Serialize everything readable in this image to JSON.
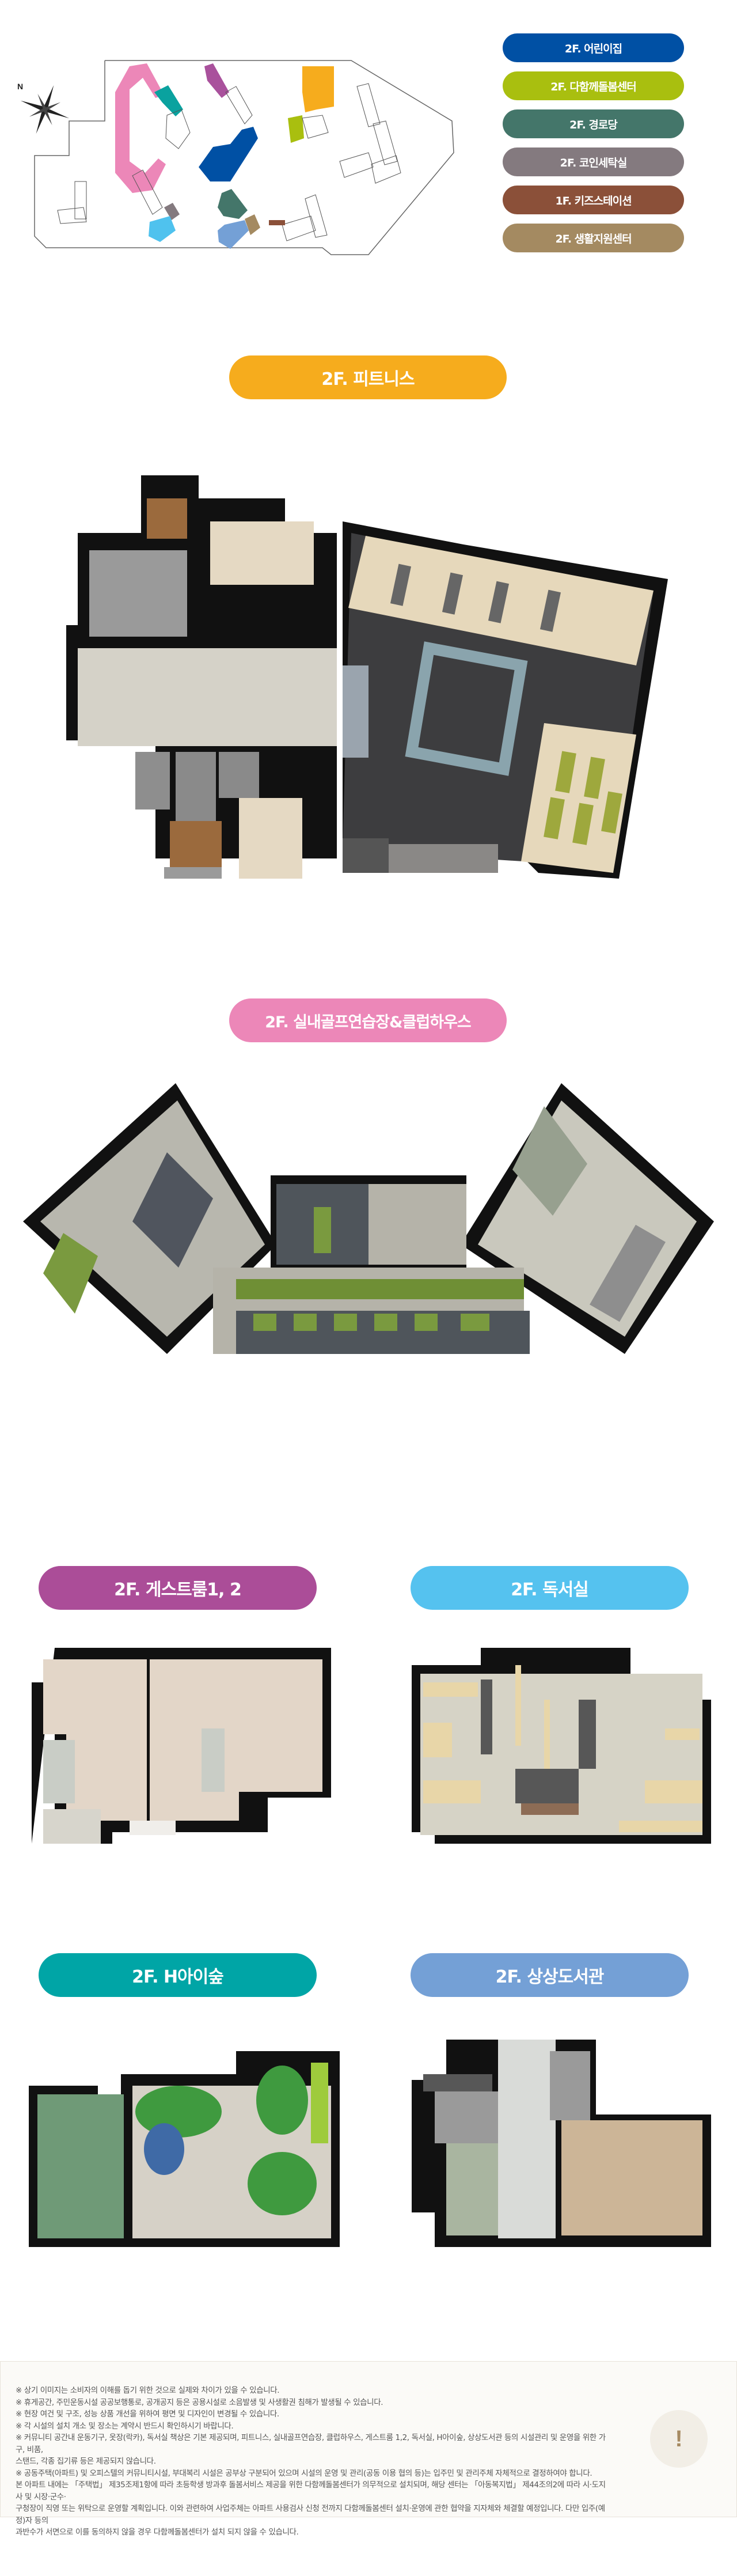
{
  "site_map": {
    "compass_label": "N",
    "highlight_colors": {
      "pink": "#ec87b8",
      "teal": "#0aa29f",
      "purple": "#a9519c",
      "blue": "#0050a4",
      "orange": "#f6ac1d",
      "lime": "#a9bf0f",
      "gray": "#847a7f",
      "sky": "#4fc2ee",
      "green": "#44766a",
      "lightblue": "#74a0d6",
      "tan": "#a48a61",
      "brown": "#8b5039"
    }
  },
  "legend": [
    {
      "label": "2F. 어린이집",
      "color": "#0050a4"
    },
    {
      "label": "2F. 다함께돌봄센터",
      "color": "#a9bf0f"
    },
    {
      "label": "2F. 경로당",
      "color": "#44766a"
    },
    {
      "label": "2F. 코인세탁실",
      "color": "#847a7f"
    },
    {
      "label": "1F. 키즈스테이션",
      "color": "#8b5039"
    },
    {
      "label": "2F. 생활지원센터",
      "color": "#a48a61"
    }
  ],
  "sections": {
    "fitness": {
      "label": "2F. 피트니스",
      "color": "#f6ac1d"
    },
    "golf": {
      "label": "2F. 실내골프연습장&클럽하우스",
      "color": "#ec87b8"
    },
    "guest": {
      "label": "2F. 게스트룸1, 2",
      "color": "#ab4d98"
    },
    "reading": {
      "label": "2F. 독서실",
      "color": "#55c2ef"
    },
    "haisoop": {
      "label": "2F. H아이숲",
      "color": "#00a5a6"
    },
    "library": {
      "label": "2F. 상상도서관",
      "color": "#74a0d6"
    }
  },
  "notes": {
    "icon": "!",
    "lines": [
      "※ 상기 이미지는 소비자의 이해를 돕기 위한 것으로 실제와 차이가 있을 수 있습니다.",
      "※ 휴게공간, 주민운동시설 공공보행통로, 공개공지 등은 공용시설로 소음발생 및 사생활권 침해가 발생될 수 있습니다.",
      "※ 현장 여건 및 구조, 성능 상품 개선을 위하여 평면 및 디자인이 변경될 수 있습니다.",
      "※ 각 시설의 설치 개소 및 장소는 계약시 반드시 확인하시기 바랍니다.",
      "※ 커뮤니티 공간내 운동기구, 옷장(락카), 독서실 책상은 기본 제공되며, 피트니스, 실내골프연습장, 클럽하우스, 게스트룸 1,2, 독서실, H아이숲, 상상도서관 등의 시설관리 및 운영을 위한 가구, 비품,",
      "스탠드, 각종 집기류 등은 제공되지 않습니다.",
      "※ 공동주택(아파트) 및 오피스텔의 커뮤니티시설, 부대복리 시설은 공부상 구분되어 있으며 시설의 운영 및 관리(공동 이용 협의 등)는 입주민 및 관리주체 자체적으로 결정하여야 합니다.",
      "본 아파트 내에는 「주택법」 제35조제1항에 따라 초등학생 방과후 돌봄서비스 제공을 위한 다함께돌봄센터가 의무적으로 설치되며, 해당 센터는 「아동복지법」 제44조의2에 따라 시·도지사 및 시장·군수·",
      "구청장이 직영 또는 위탁으로 운영할 계획입니다. 이와 관련하여 사업주체는 아파트 사용검사 신청 전까지 다함께돌봄센터 설치·운영에 관한 협약을 지자체와 체결할 예정입니다. 다만 입주(예정)자 등의",
      "과반수가 서면으로 이를 동의하지 않을 경우 다함께돌봄센터가 설치 되지 않을 수 있습니다."
    ]
  }
}
